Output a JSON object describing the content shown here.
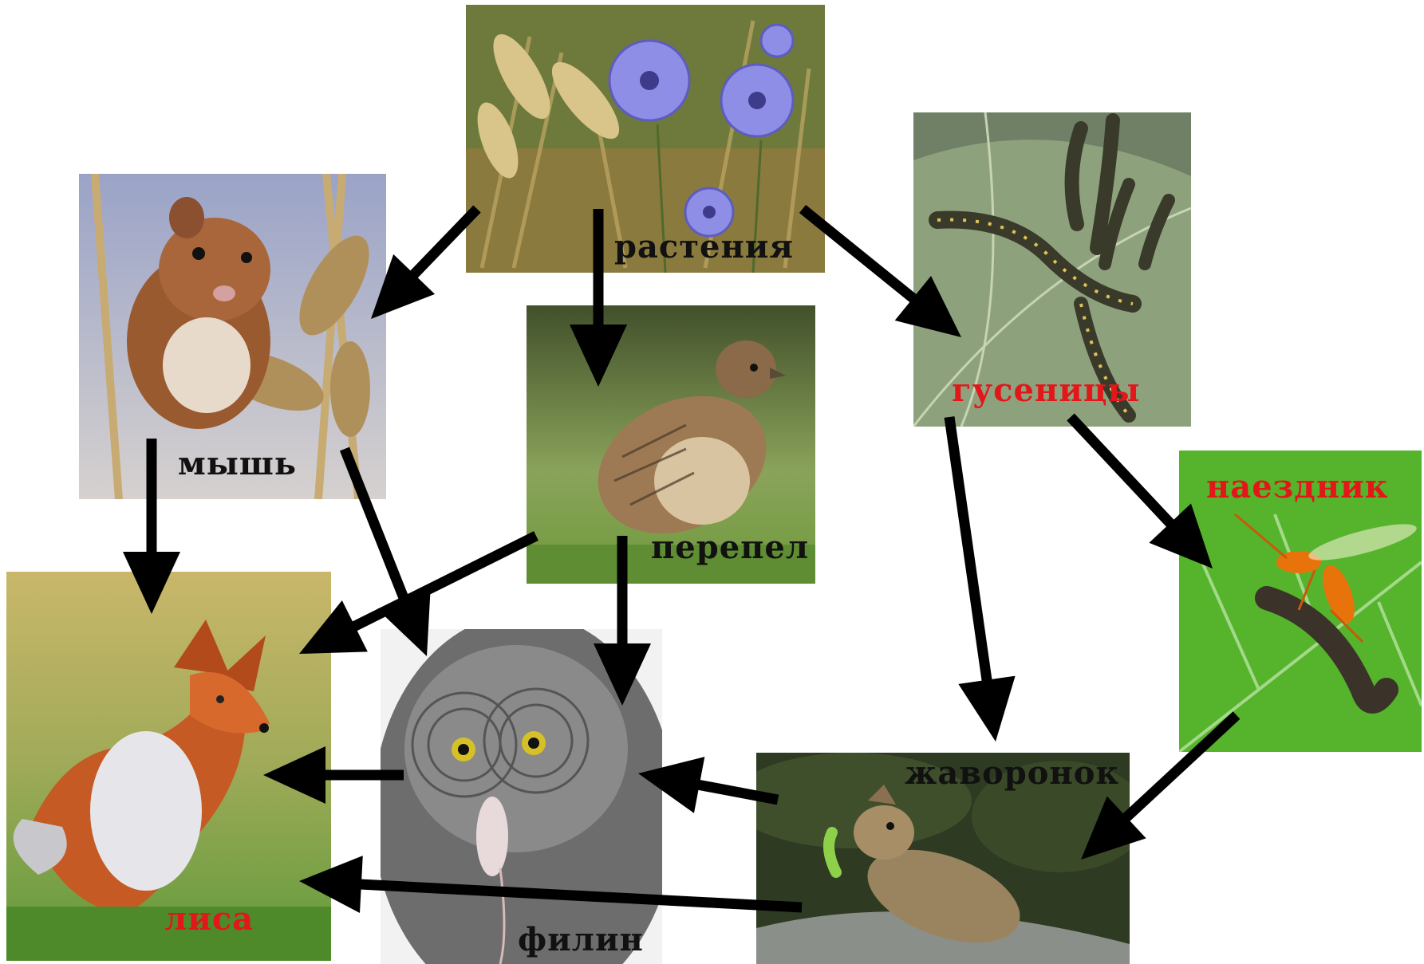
{
  "organisms": {
    "plants": {
      "label": "растения",
      "label_color": "black"
    },
    "mouse": {
      "label": "мышь",
      "label_color": "black"
    },
    "quail": {
      "label": "перепел",
      "label_color": "black"
    },
    "caterpillars": {
      "label": "гусеницы",
      "label_color": "red"
    },
    "wasp": {
      "label": "наездник",
      "label_color": "red"
    },
    "fox": {
      "label": "лиса",
      "label_color": "red"
    },
    "owl": {
      "label": "филин",
      "label_color": "black"
    },
    "lark": {
      "label": "жаворонок",
      "label_color": "black"
    }
  },
  "links": [
    {
      "from": "plants",
      "to": "mouse"
    },
    {
      "from": "plants",
      "to": "quail"
    },
    {
      "from": "plants",
      "to": "caterpillars"
    },
    {
      "from": "mouse",
      "to": "fox"
    },
    {
      "from": "mouse",
      "to": "owl"
    },
    {
      "from": "quail",
      "to": "fox"
    },
    {
      "from": "quail",
      "to": "owl"
    },
    {
      "from": "caterpillars",
      "to": "lark"
    },
    {
      "from": "caterpillars",
      "to": "wasp"
    },
    {
      "from": "wasp",
      "to": "lark"
    },
    {
      "from": "lark",
      "to": "owl"
    },
    {
      "from": "lark",
      "to": "fox"
    },
    {
      "from": "owl",
      "to": "fox"
    }
  ],
  "colors": {
    "arrow": "#000000",
    "label_black": "#111111",
    "label_red": "#e3161a"
  }
}
